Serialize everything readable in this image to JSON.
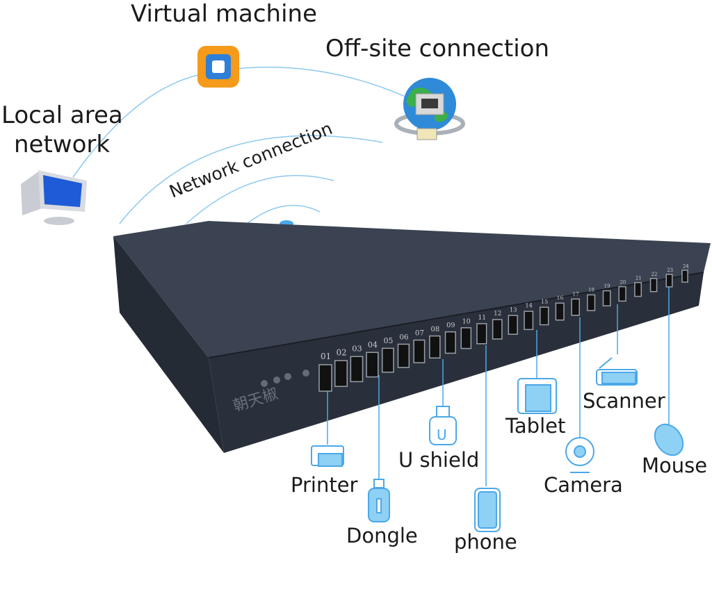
{
  "labels": {
    "virtual_machine": "Virtual machine",
    "offsite": "Off-site connection",
    "lan_line1": "Local area",
    "lan_line2": "network",
    "network_connection": "Network connection",
    "printer": "Printer",
    "dongle": "Dongle",
    "ushield": "U shield",
    "phone": "phone",
    "tablet": "Tablet",
    "camera": "Camera",
    "scanner": "Scanner",
    "mouse": "Mouse"
  },
  "device": {
    "brand": "朝天椒",
    "ports": [
      "01",
      "02",
      "03",
      "04",
      "05",
      "06",
      "07",
      "08",
      "09",
      "10",
      "11",
      "12",
      "13",
      "14",
      "15",
      "16",
      "17",
      "18",
      "19",
      "20",
      "21",
      "22",
      "23",
      "24"
    ]
  },
  "colors": {
    "accent": "#4aa8e8",
    "device": "#2c3340",
    "icon_fill": "#8fd0f5"
  }
}
